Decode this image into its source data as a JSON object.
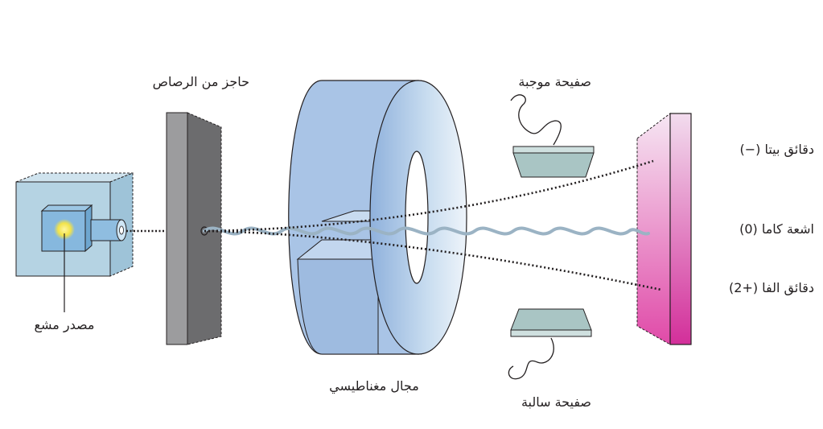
{
  "labels": {
    "lead_barrier": "حاجز من الرصاص",
    "radioactive_source": "مصدر مشع",
    "magnetic_field": "مجال مغناطيسي",
    "positive_plate": "صفيحة موجبة",
    "negative_plate": "صفيحة سالبة",
    "beta_particles": "دقائق بيتا (−)",
    "gamma_rays": "اشعة كاما (0)",
    "alpha_particles": "دقائق الفا (+2)"
  },
  "colors": {
    "source_box": "#b5d3e3",
    "barrier": "#9c9c9e",
    "magnet": "#a9c4e6",
    "plate": "#b4cfce",
    "screen_top": "#f2dcee",
    "screen_bottom": "#d32f9a",
    "gamma_wave": "#9bb3c4",
    "glow": "#f2e34a"
  }
}
